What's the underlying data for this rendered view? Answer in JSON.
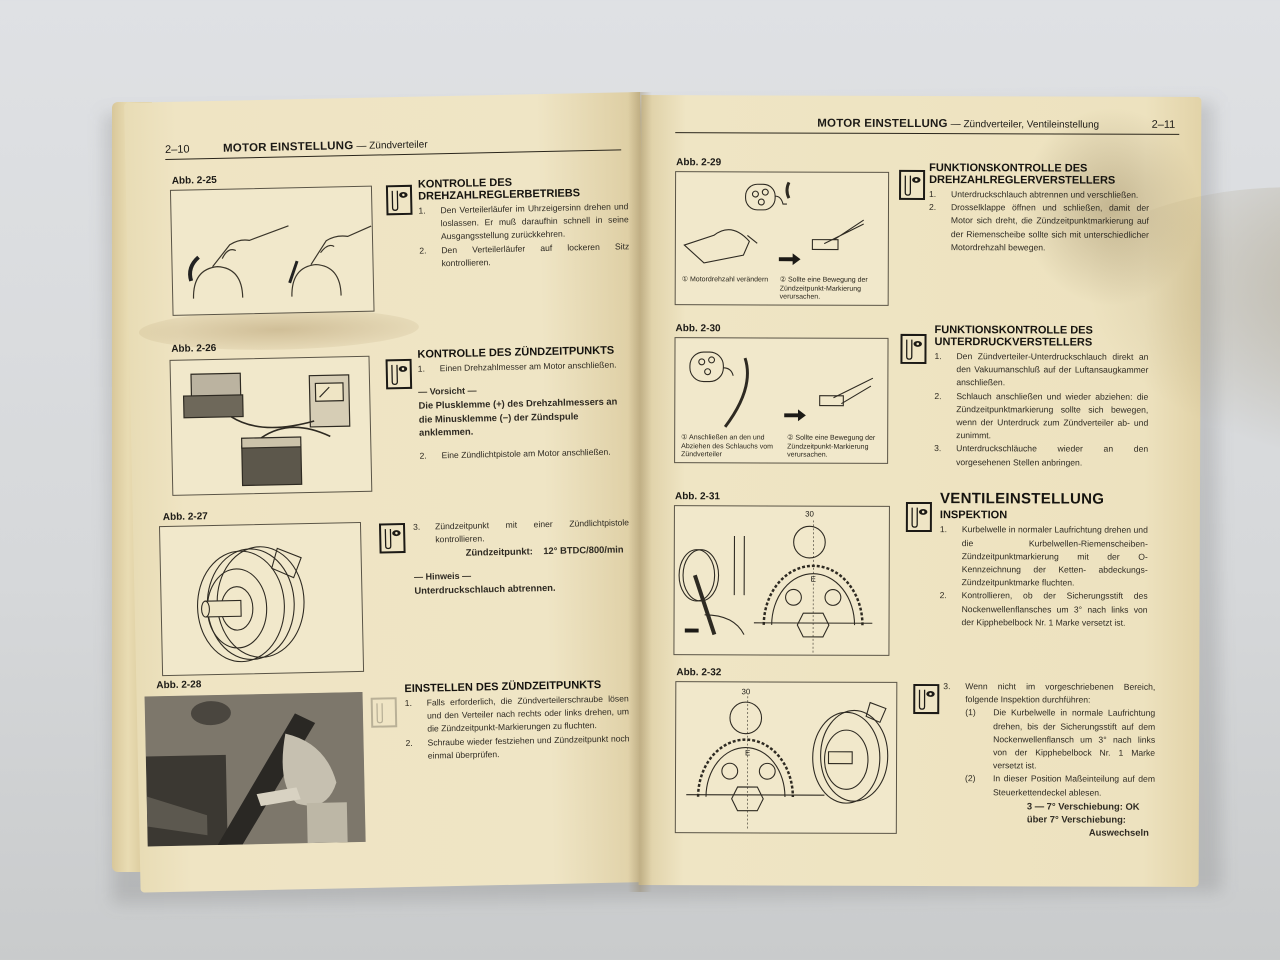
{
  "left_page": {
    "page_number": "2–10",
    "header_title": "MOTOR EINSTELLUNG",
    "header_subtitle": "— Zündverteiler",
    "figures": [
      {
        "label": "Abb. 2-25",
        "icon": "distributor-rotor-hand-illustration"
      },
      {
        "label": "Abb. 2-26",
        "icon": "tachometer-battery-engine-illustration"
      },
      {
        "label": "Abb. 2-27",
        "icon": "crankshaft-pulley-illustration"
      },
      {
        "label": "Abb. 2-28",
        "icon": "engine-bay-photo"
      }
    ],
    "sections": [
      {
        "icon": "inspection-eye-icon",
        "title_line1": "KONTROLLE DES",
        "title_line2": "DREHZAHLREGLERBETRIEBS",
        "steps": [
          {
            "num": "1.",
            "text": "Den Verteilerläufer im Uhrzeigersinn drehen und loslassen. Er muß daraufhin schnell in seine Ausgangsstellung zurückkehren."
          },
          {
            "num": "2.",
            "text": "Den Verteilerläufer auf lockeren Sitz kontrollieren."
          }
        ]
      },
      {
        "icon": "inspection-eye-icon",
        "title_line1": "KONTROLLE DES ZÜNDZEITPUNKTS",
        "steps": [
          {
            "num": "1.",
            "text": "Einen Drehzahlmesser am Motor anschließen."
          },
          {
            "num": "2.",
            "text": "Eine Zündlichtpistole am Motor anschließen."
          }
        ],
        "caution_heading": "— Vorsicht —",
        "caution_text": "Die Plusklemme (+) des Drehzahlmessers an die Minusklemme (−) der Zündspule anklemmen."
      },
      {
        "icon": "inspection-eye-icon",
        "steps": [
          {
            "num": "3.",
            "text": "Zündzeitpunkt mit einer Zündlichtpistole kontrollieren."
          }
        ],
        "spec_label": "Zündzeitpunkt:",
        "spec_value": "12° BTDC/800/min",
        "note_heading": "— Hinweis —",
        "note_text": "Unterdruckschlauch abtrennen."
      },
      {
        "title_line1": "EINSTELLEN DES ZÜNDZEITPUNKTS",
        "steps": [
          {
            "num": "1.",
            "text": "Falls erforderlich, die Zündverteilerschraube lösen und den Verteiler nach rechts oder links drehen, um die Zündzeitpunkt-Markierungen zu fluchten."
          },
          {
            "num": "2.",
            "text": "Schraube wieder festziehen und Zündzeitpunkt noch einmal überprüfen."
          }
        ]
      }
    ]
  },
  "right_page": {
    "page_number": "2–11",
    "header_title": "MOTOR EINSTELLUNG",
    "header_subtitle": "— Zündverteiler, Ventileinstellung",
    "figures": [
      {
        "label": "Abb. 2-29",
        "icon": "throttle-pedal-timing-light-illustration",
        "captions": [
          {
            "num": "①",
            "text": "Motordrehzahl verändern"
          },
          {
            "num": "②",
            "text": "Sollte eine Bewegung der Zündzeitpunkt-Markierung verursachen."
          }
        ]
      },
      {
        "label": "Abb. 2-30",
        "icon": "vacuum-hose-timing-light-illustration",
        "captions": [
          {
            "num": "①",
            "text": "Anschließen an den und Abziehen des Schlauchs vom Zündverteiler"
          },
          {
            "num": "②",
            "text": "Sollte eine Bewegung der Zündzeitpunkt-Markierung verursachen."
          }
        ]
      },
      {
        "label": "Abb. 2-31",
        "icon": "camshaft-sprocket-wrench-illustration",
        "detail_number": "30",
        "mark": "E"
      },
      {
        "label": "Abb. 2-32",
        "icon": "camshaft-sprocket-pulley-illustration",
        "detail_number": "30",
        "mark": "E"
      }
    ],
    "sections": [
      {
        "icon": "inspection-eye-icon",
        "title_line1": "FUNKTIONSKONTROLLE DES",
        "title_line2": "DREHZAHLREGLERVERSTELLERS",
        "steps": [
          {
            "num": "1.",
            "text": "Unterdruckschlauch abtrennen und verschließen."
          },
          {
            "num": "2.",
            "text": "Drosselklappe öffnen und schließen, damit der Motor sich dreht, die Zündzeitpunktmarkierung auf der Riemenscheibe sollte sich mit unterschiedlicher Motordrehzahl bewegen."
          }
        ]
      },
      {
        "icon": "inspection-eye-icon",
        "title_line1": "FUNKTIONSKONTROLLE DES",
        "title_line2": "UNTERDRUCKVERSTELLERS",
        "steps": [
          {
            "num": "1.",
            "text": "Den Zündverteiler-Unterdruckschlauch direkt an den Vakuumanschluß auf der Luftansaugkammer anschließen."
          },
          {
            "num": "2.",
            "text": "Schlauch anschließen und wieder abziehen: die Zündzeitpunktmarkierung sollte sich bewegen, wenn der Unterdruck zum Zündverteiler ab- und zunimmt."
          },
          {
            "num": "3.",
            "text": "Unterdruckschläuche wieder an den vorgesehenen Stellen anbringen."
          }
        ]
      },
      {
        "icon": "inspection-eye-icon",
        "chapter_title": "VENTILEINSTELLUNG",
        "title_line1": "INSPEKTION",
        "steps": [
          {
            "num": "1.",
            "text": "Kurbelwelle in normaler Laufrichtung drehen und die Kurbelwellen-Riemenscheiben-Zündzeitpunktmarkierung mit der O-Kennzeichnung der Ketten- abdeckungs-Zündzeitpunktmarke fluchten."
          },
          {
            "num": "2.",
            "text": "Kontrollieren, ob der Sicherungsstift des Nockenwellenflansches um 3° nach links von der Kipphebelbock Nr. 1 Marke versetzt ist."
          }
        ]
      },
      {
        "icon": "inspection-eye-icon",
        "steps": [
          {
            "num": "3.",
            "text": "Wenn nicht im vorgeschriebenen Bereich, folgende Inspektion durchführen:"
          }
        ],
        "substeps": [
          {
            "num": "(1)",
            "text": "Die Kurbelwelle in normale Laufrichtung drehen, bis der Sicherungsstift auf dem Nockenwellenflansch um 3° nach links von der Kipphebelbock Nr. 1 Marke versetzt ist."
          },
          {
            "num": "(2)",
            "text": "In dieser Position Maßeinteilung auf dem Steuerkettendeckel ablesen."
          }
        ],
        "spec_line1": "3 — 7° Verschiebung:   OK",
        "spec_line2": "über 7° Verschiebung:",
        "spec_line3": "Auswechseln"
      }
    ]
  },
  "colors": {
    "background": "#d8dadc",
    "paper": "#ede2bf",
    "ink": "#1c1a16",
    "stain": "#8c7448"
  }
}
